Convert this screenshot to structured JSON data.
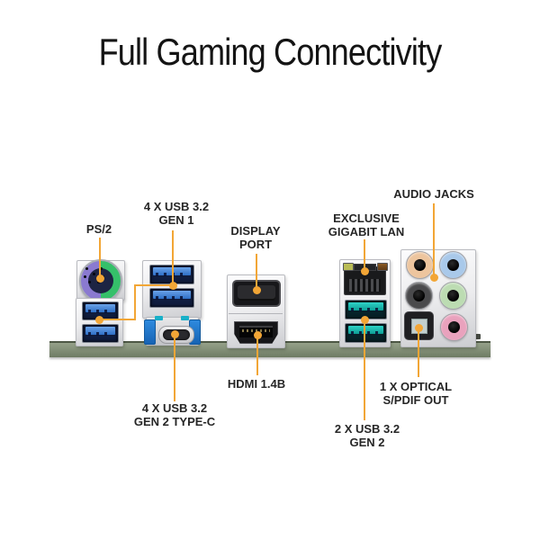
{
  "title": "Full Gaming Connectivity",
  "colors": {
    "accent": "#F2A636",
    "usb3_blue": "#2e6fc6",
    "usb3_gen2_teal": "#0d9e96",
    "ps2_purple": "#8a7ad0",
    "ps2_green": "#35c06a",
    "jack_orange": "#edc59e",
    "jack_blue": "#a9c9ea",
    "jack_black": "#4a4a4c",
    "jack_green": "#bcdcb2",
    "jack_pink": "#e9a2bd",
    "pcb_green": "#6e7b63"
  },
  "callouts": {
    "ps2": {
      "l1": "PS/2"
    },
    "usb_gen1": {
      "l1": "4 X USB 3.2",
      "l2": "GEN 1"
    },
    "display_port": {
      "l1": "DISPLAY",
      "l2": "PORT"
    },
    "gigabit_lan": {
      "l1": "EXCLUSIVE",
      "l2": "GIGABIT LAN"
    },
    "audio_jacks": {
      "l1": "AUDIO JACKS"
    },
    "hdmi": {
      "l1": "HDMI 1.4B"
    },
    "usb_typec": {
      "l1": "4 X USB 3.2",
      "l2": "GEN 2 TYPE-C"
    },
    "usb_gen2": {
      "l1": "2 X USB 3.2",
      "l2": "GEN 2"
    },
    "optical": {
      "l1": "1 X OPTICAL",
      "l2": "S/PDIF OUT"
    }
  },
  "icons": [
    "ps2-port-icon",
    "usb3-gen1-port-icon",
    "usb-typec-port-icon",
    "displayport-icon",
    "hdmi-port-icon",
    "lan-port-icon",
    "usb3-gen2-port-icon",
    "audio-jack-icon",
    "optical-spdif-icon"
  ]
}
